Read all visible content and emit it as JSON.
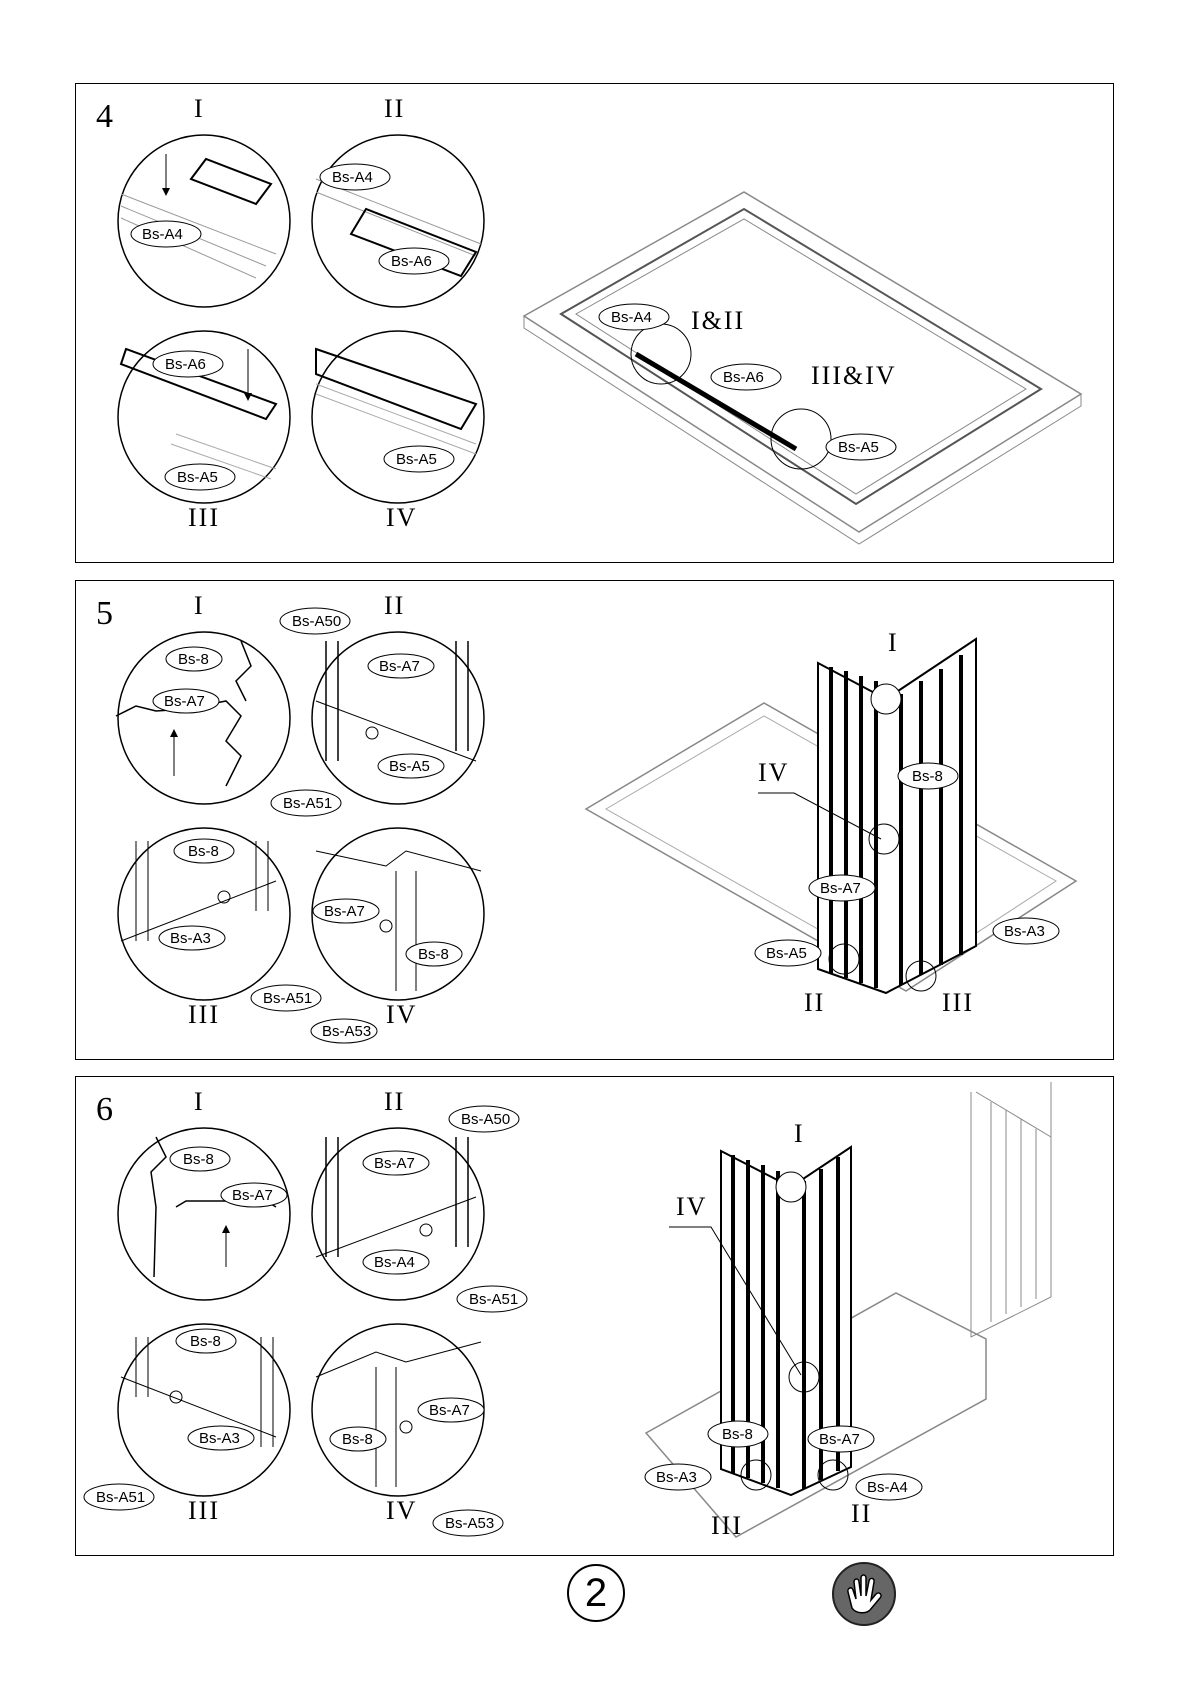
{
  "steps": [
    {
      "number": "4",
      "details": [
        {
          "roman": "I",
          "tags": [
            "Bs-A4"
          ]
        },
        {
          "roman": "II",
          "tags": [
            "Bs-A4",
            "Bs-A6"
          ]
        },
        {
          "roman": "III",
          "tags": [
            "Bs-A6",
            "Bs-A5"
          ]
        },
        {
          "roman": "IV",
          "tags": [
            "Bs-A5"
          ]
        }
      ],
      "main": {
        "tags": [
          "Bs-A4",
          "Bs-A6",
          "Bs-A5"
        ],
        "callouts": [
          "I&II",
          "III&IV"
        ]
      }
    },
    {
      "number": "5",
      "details": [
        {
          "roman": "I",
          "tags": [
            "Bs-8",
            "Bs-A7"
          ]
        },
        {
          "roman": "II",
          "tags": [
            "Bs-A50",
            "Bs-A7",
            "Bs-A5",
            "Bs-A51"
          ]
        },
        {
          "roman": "III",
          "tags": [
            "Bs-8",
            "Bs-A3",
            "Bs-A51"
          ]
        },
        {
          "roman": "IV",
          "tags": [
            "Bs-A7",
            "Bs-8",
            "Bs-A53"
          ]
        }
      ],
      "main": {
        "tags": [
          "Bs-8",
          "Bs-A7",
          "Bs-A5",
          "Bs-A3"
        ],
        "callouts": [
          "I",
          "IV",
          "II",
          "III"
        ]
      }
    },
    {
      "number": "6",
      "details": [
        {
          "roman": "I",
          "tags": [
            "Bs-8",
            "Bs-A7"
          ]
        },
        {
          "roman": "II",
          "tags": [
            "Bs-A50",
            "Bs-A7",
            "Bs-A4",
            "Bs-A51"
          ]
        },
        {
          "roman": "III",
          "tags": [
            "Bs-8",
            "Bs-A3",
            "Bs-A51"
          ]
        },
        {
          "roman": "IV",
          "tags": [
            "Bs-A7",
            "Bs-8",
            "Bs-A53"
          ]
        }
      ],
      "main": {
        "tags": [
          "Bs-8",
          "Bs-A7",
          "Bs-A3",
          "Bs-A4"
        ],
        "callouts": [
          "I",
          "IV",
          "III",
          "II"
        ]
      }
    }
  ],
  "footer": {
    "page_number": "2",
    "glove_icon": "gloves-icon"
  }
}
